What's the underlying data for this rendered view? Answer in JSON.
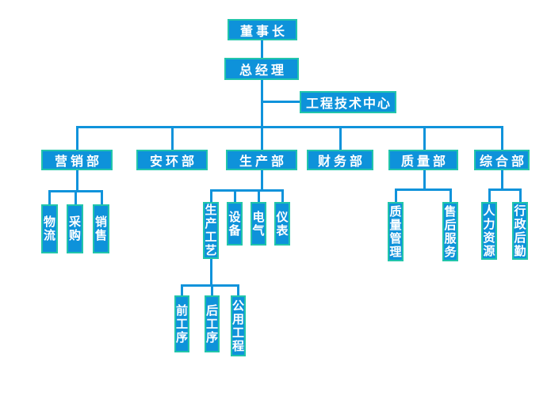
{
  "colors": {
    "node_fill": "#0e92da",
    "node_border": "#22c5ab",
    "connector": "#1093db",
    "node_text": "#ffffff"
  },
  "org": {
    "chairman": {
      "label": "董事长"
    },
    "general_manager": {
      "label": "总经理"
    },
    "engineering_center": {
      "label": "工程技术中心"
    },
    "departments": [
      {
        "label": "营销部"
      },
      {
        "label": "安环部"
      },
      {
        "label": "生产部"
      },
      {
        "label": "财务部"
      },
      {
        "label": "质量部"
      },
      {
        "label": "综合部"
      }
    ],
    "marketing_children": [
      {
        "label": "物流"
      },
      {
        "label": "采购"
      },
      {
        "label": "销售"
      }
    ],
    "production_children": [
      {
        "label": "生产工艺"
      },
      {
        "label": "设备"
      },
      {
        "label": "电气"
      },
      {
        "label": "仪表"
      }
    ],
    "production_process_children": [
      {
        "label": "前工序"
      },
      {
        "label": "后工序"
      },
      {
        "label": "公用工程"
      }
    ],
    "quality_children": [
      {
        "label": "质量管理"
      },
      {
        "label": "售后服务"
      }
    ],
    "general_affairs_children": [
      {
        "label": "人力资源"
      },
      {
        "label": "行政后勤"
      }
    ]
  }
}
